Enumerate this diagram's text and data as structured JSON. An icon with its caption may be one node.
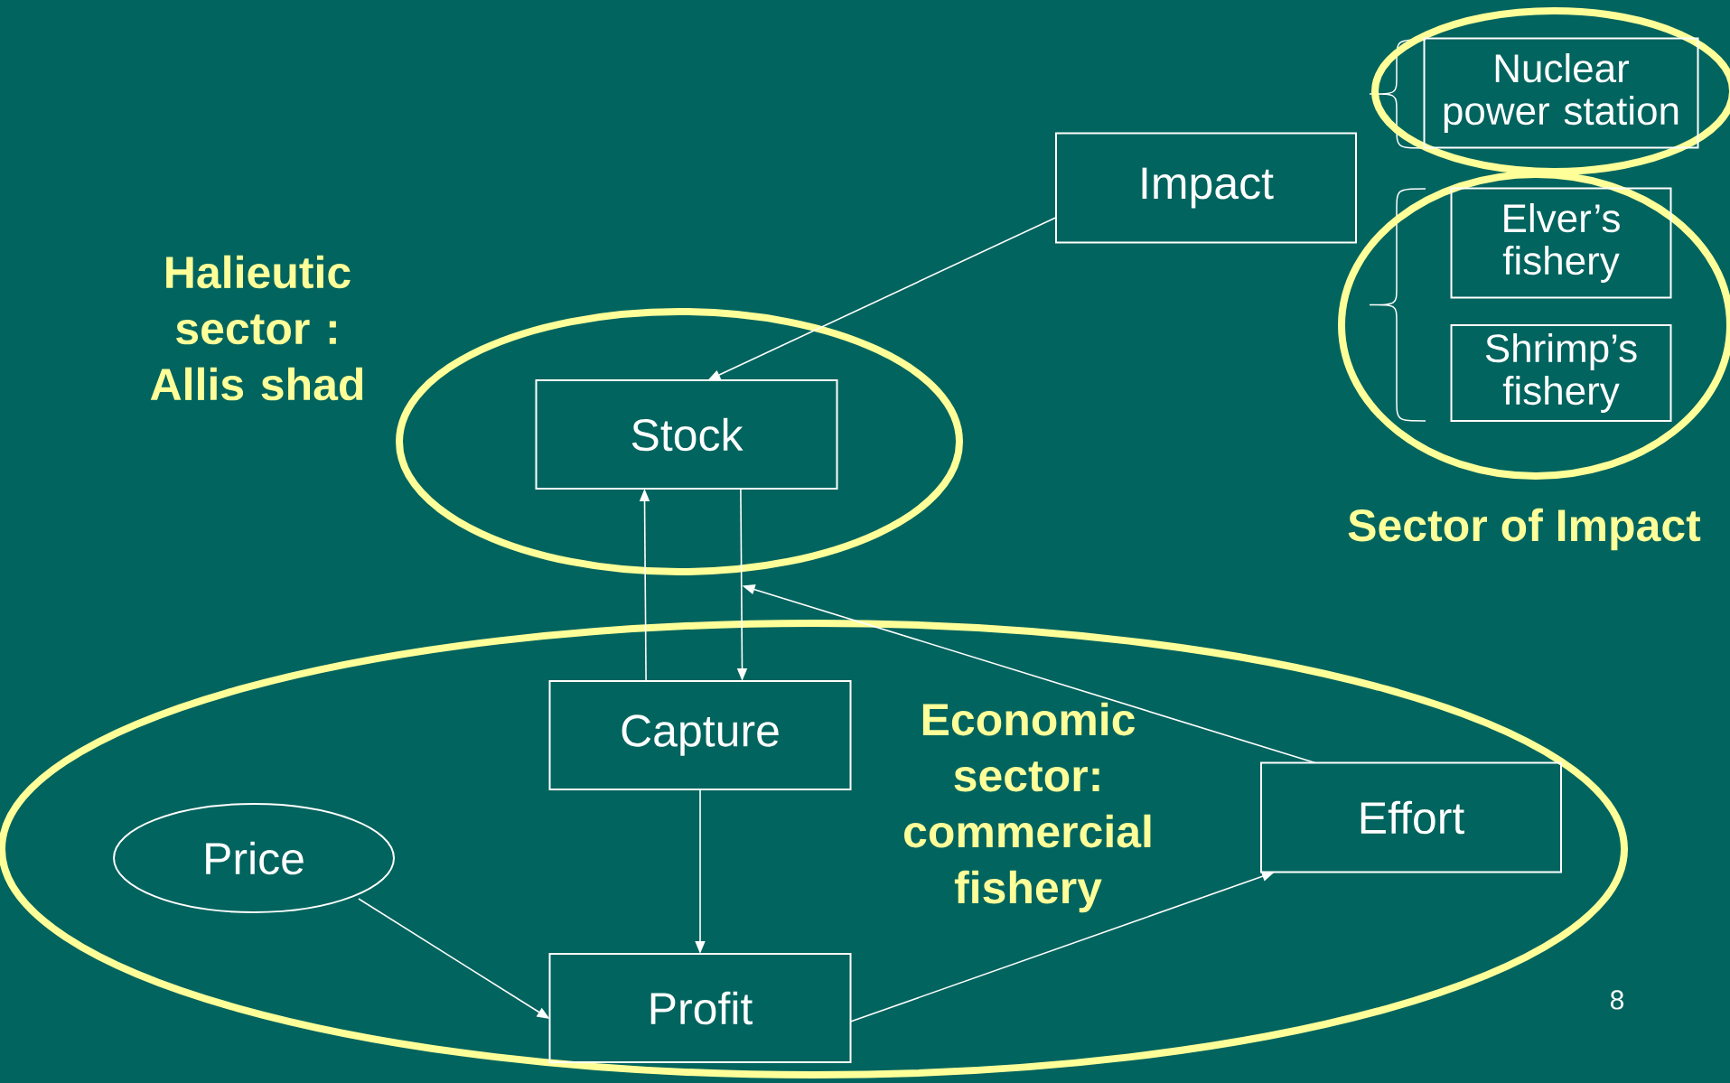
{
  "diagram": {
    "nodes": [
      {
        "text": [],
        "shape": "ellipse"
      },
      {
        "text": [
          "Nuclear power station"
        ],
        "in": 0
      },
      {
        "text": [
          "Impact"
        ]
      },
      {
        "text": [
          "Sector of Impact"
        ]
      },
      {
        "text": [
          "Elver’s fishery"
        ],
        "in": 3
      },
      {
        "text": [
          "Shrimp’s fishery"
        ],
        "in": 3
      },
      {
        "text": [
          "Halieutic sector : Allis shad"
        ]
      },
      {
        "text": [
          "Stock"
        ],
        "in": 6
      },
      {
        "text": [
          "Economic sector: commercial fishery"
        ]
      },
      {
        "text": [
          "Capture"
        ],
        "in": 8
      },
      {
        "text": [
          "Price"
        ],
        "in": 8
      },
      {
        "text": [
          "Effort"
        ],
        "in": 8
      },
      {
        "text": [
          "Profit"
        ],
        "in": 8
      }
    ],
    "edges": [
      {
        "from": 2,
        "to": 7,
        "arrow": "to"
      },
      {
        "from": 9,
        "to": 7,
        "arrow": "to"
      },
      {
        "from": 7,
        "to": 9,
        "arrow": "to"
      },
      {
        "from": 11,
        "to": 9,
        "arrow": "to"
      },
      {
        "from": 9,
        "to": 12,
        "arrow": "to"
      },
      {
        "from": 10,
        "to": 12,
        "arrow": "to"
      },
      {
        "from": 12,
        "to": 11,
        "arrow": "to"
      }
    ],
    "labels": [
      "8"
    ]
  }
}
